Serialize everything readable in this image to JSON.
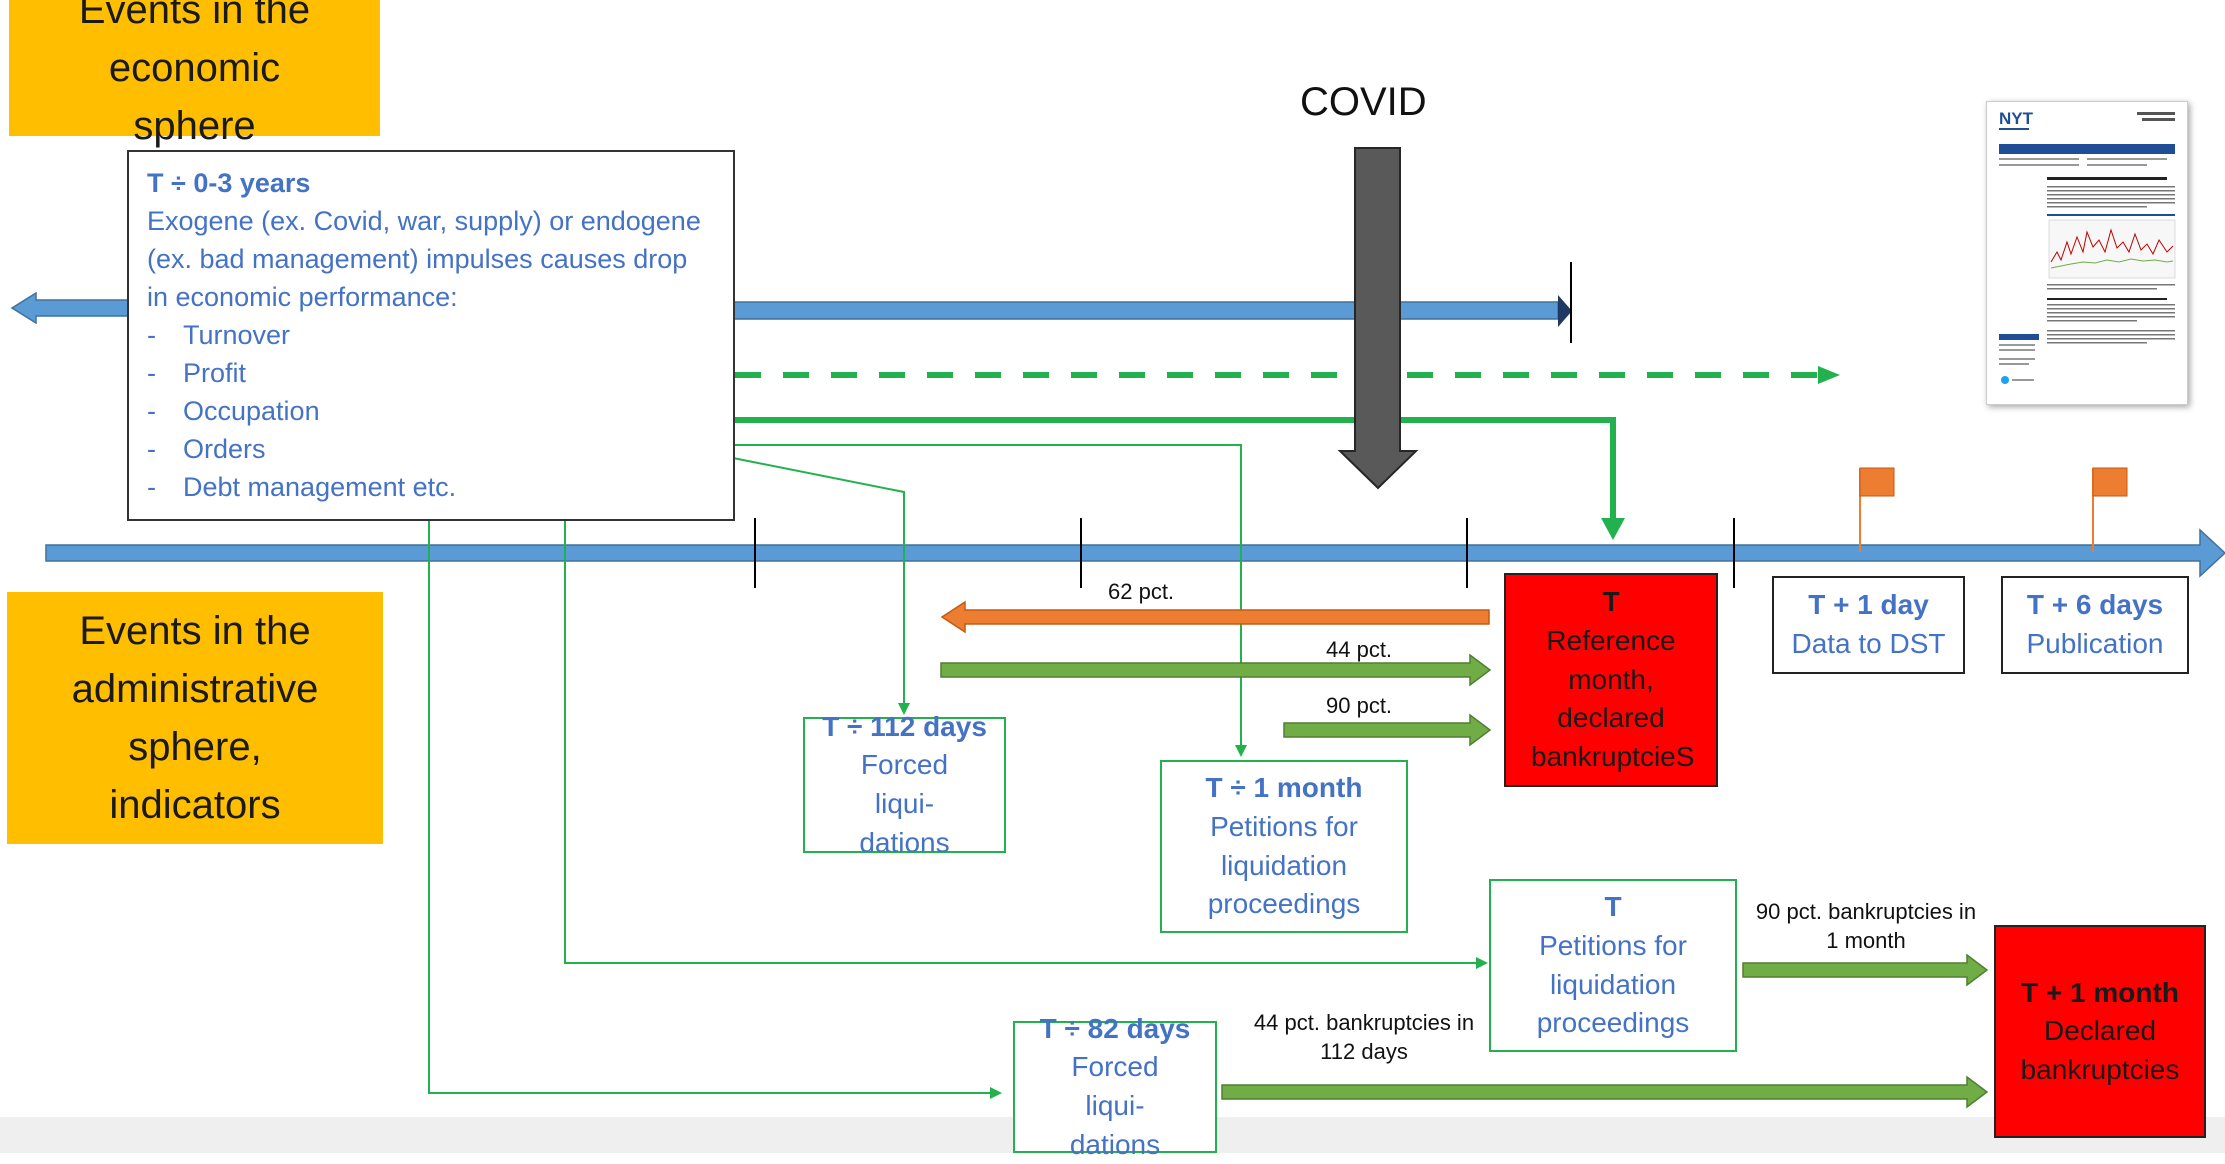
{
  "labels": {
    "economic_sphere": "Events in the economic sphere",
    "administrative_sphere": "Events in the administrative sphere, indicators",
    "covid": "COVID"
  },
  "impulse_box": {
    "title": "T ÷ 0-3 years",
    "text": "Exogene (ex. Covid, war, supply) or endogene (ex. bad management) impulses causes drop in economic performance:",
    "items": [
      "Turnover",
      "Profit",
      "Occupation",
      "Orders",
      "Debt management etc."
    ]
  },
  "boxes": {
    "t_reference": {
      "title": "T",
      "text": "Reference month, declared bankruptcieS"
    },
    "t_plus_1_day": {
      "title": "T + 1 day",
      "text": "Data to DST"
    },
    "t_plus_6_days": {
      "title": "T + 6 days",
      "text": "Publication"
    },
    "t_minus_112_days": {
      "title": "T ÷ 112 days",
      "text": "Forced liqui- dations"
    },
    "t_minus_1_month": {
      "title": "T ÷ 1 month",
      "text": "Petitions for liquidation proceedings"
    },
    "t_petitions": {
      "title": "T",
      "text": "Petitions for liquidation proceedings"
    },
    "t_plus_1_month": {
      "title": "T + 1 month",
      "text": "Declared bankruptcies"
    },
    "t_minus_82_days": {
      "title": "T ÷ 82 days",
      "text": "Forced liqui- dations"
    }
  },
  "arrow_labels": {
    "pct_62": "62 pct.",
    "pct_44": "44 pct.",
    "pct_90": "90 pct.",
    "pct_90_bankruptcies": "90 pct. bankruptcies in 1 month",
    "pct_44_bankruptcies": "44 pct. bankruptcies in 112 days"
  },
  "publication_thumbnail": {
    "logo": "NYT"
  },
  "colors": {
    "timeline_blue": "#5b9bd5",
    "label_orange": "#ffbf00",
    "connector_green": "#00b050",
    "arrow_green": "#70ad47",
    "arrow_orange": "#ed7d31",
    "box_red": "#ff0000",
    "text_blue": "#4472c4"
  }
}
